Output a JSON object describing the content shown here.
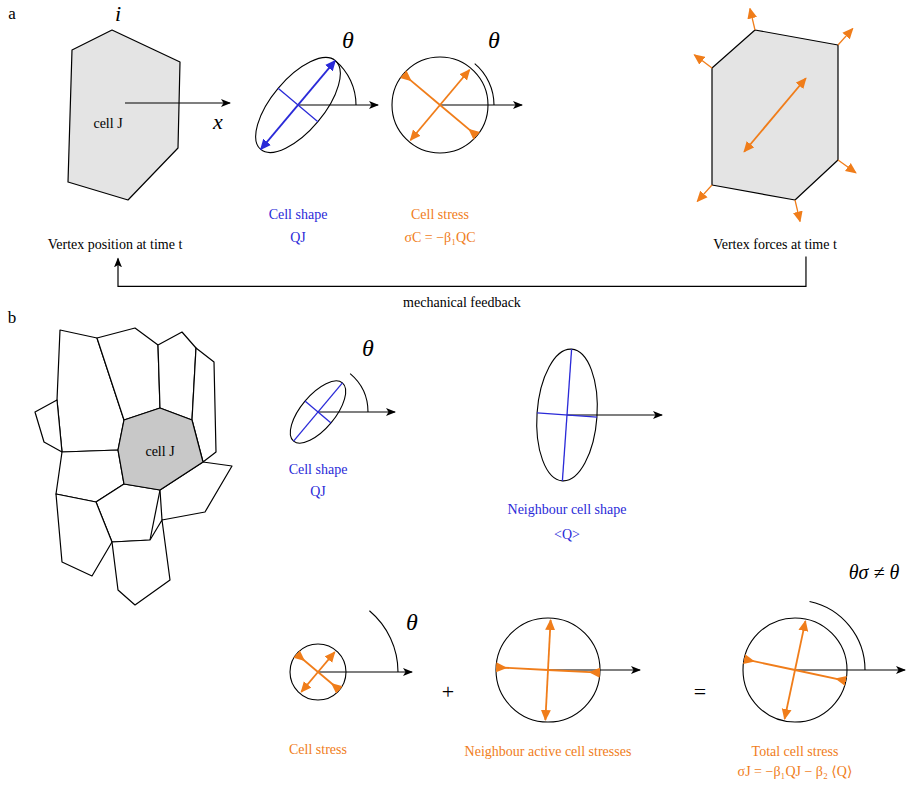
{
  "diagram": {
    "nodes": [
      {
        "text": [
          "cell J",
          "Vertex position at time t"
        ]
      },
      {
        "text": [
          "Cell shape",
          "QJ"
        ]
      },
      {
        "text": [
          "Cell stress",
          "σC = −β₁QC"
        ]
      },
      {
        "text": [
          "Vertex forces at time t"
        ]
      },
      {
        "text": [
          "cell J"
        ]
      },
      {
        "text": [
          "Cell shape",
          "QJ"
        ]
      },
      {
        "text": [
          "Neighbour cell shape",
          "<Q>"
        ]
      },
      {
        "text": [
          "Cell stress"
        ]
      },
      {
        "text": [
          "Neighbour active cell stresses"
        ]
      },
      {
        "text": [
          "Total cell stress",
          "σJ = −β₁QJ − β₂ ⟨Q⟩"
        ]
      }
    ],
    "edges": [
      {
        "from": 3,
        "to": 0,
        "arrow": "to",
        "label": "mechanical feedback"
      }
    ],
    "labels": [
      "a",
      "i",
      "x",
      "θ",
      "θ",
      "b",
      "θ",
      "θ",
      "+",
      "=",
      "θσ ≠ θ"
    ]
  }
}
